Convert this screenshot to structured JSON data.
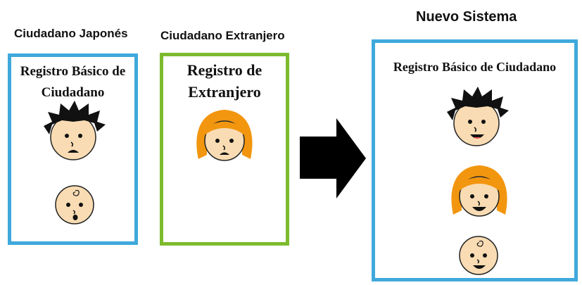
{
  "labels": {
    "japanese_citizen": "Ciudadano Japonés",
    "foreign_citizen": "Ciudadano Extranjero",
    "new_system": "Nuevo Sistema"
  },
  "panels": {
    "japanese": {
      "title": "Registro Básico de Ciudadano",
      "color": "#3fa9dc"
    },
    "foreign": {
      "title": "Registro de Extranjero",
      "color": "#7dbb2e"
    },
    "new": {
      "title": "Registro Básico de Ciudadano",
      "color": "#3fa9dc"
    }
  },
  "icons": {
    "man": "man-face-icon",
    "woman": "woman-face-icon",
    "baby": "baby-face-icon",
    "arrow": "right-arrow-icon"
  },
  "colors": {
    "skin": "#f9dcb3",
    "black_hair": "#111111",
    "orange_hair": "#f2960f",
    "arrow": "#000000"
  }
}
